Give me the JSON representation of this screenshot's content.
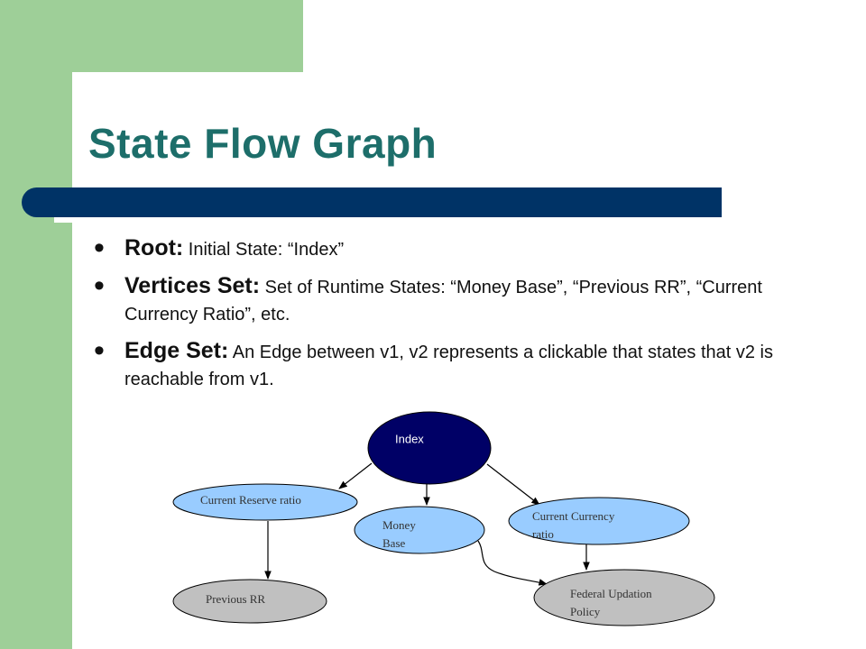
{
  "title": "State Flow Graph",
  "bullets": [
    {
      "term": "Root",
      "sep": ":",
      "text": " Initial State: “Index”"
    },
    {
      "term": "Vertices Set:",
      "sep": "",
      "text": " Set of Runtime States: “Money Base”, “Previous RR”, “Current Currency Ratio”, etc."
    },
    {
      "term": "Edge Set:",
      "sep": "",
      "text": " An Edge between v1, v2 represents a clickable that states that v2 is reachable from v1."
    }
  ],
  "graph": {
    "nodes": [
      {
        "id": "index",
        "lines": [
          "Index"
        ],
        "fill": "#000066",
        "text_color": "#ffffff"
      },
      {
        "id": "current-reserve-ratio",
        "lines": [
          "Current Reserve ratio"
        ],
        "fill": "#99ccff",
        "text_color": "#333333"
      },
      {
        "id": "money-base",
        "lines": [
          "Money",
          "Base"
        ],
        "fill": "#99ccff",
        "text_color": "#333333"
      },
      {
        "id": "current-currency-ratio",
        "lines": [
          "Current Currency",
          "ratio"
        ],
        "fill": "#99ccff",
        "text_color": "#333333"
      },
      {
        "id": "previous-rr",
        "lines": [
          "Previous RR"
        ],
        "fill": "#c0c0c0",
        "text_color": "#333333"
      },
      {
        "id": "federal-updation-policy",
        "lines": [
          "Federal Updation",
          "Policy"
        ],
        "fill": "#c0c0c0",
        "text_color": "#333333"
      }
    ],
    "edges": [
      {
        "from": "index",
        "to": "current-reserve-ratio"
      },
      {
        "from": "index",
        "to": "money-base"
      },
      {
        "from": "index",
        "to": "current-currency-ratio"
      },
      {
        "from": "current-reserve-ratio",
        "to": "previous-rr"
      },
      {
        "from": "current-currency-ratio",
        "to": "federal-updation-policy"
      },
      {
        "from": "money-base",
        "to": "federal-updation-policy"
      }
    ]
  }
}
